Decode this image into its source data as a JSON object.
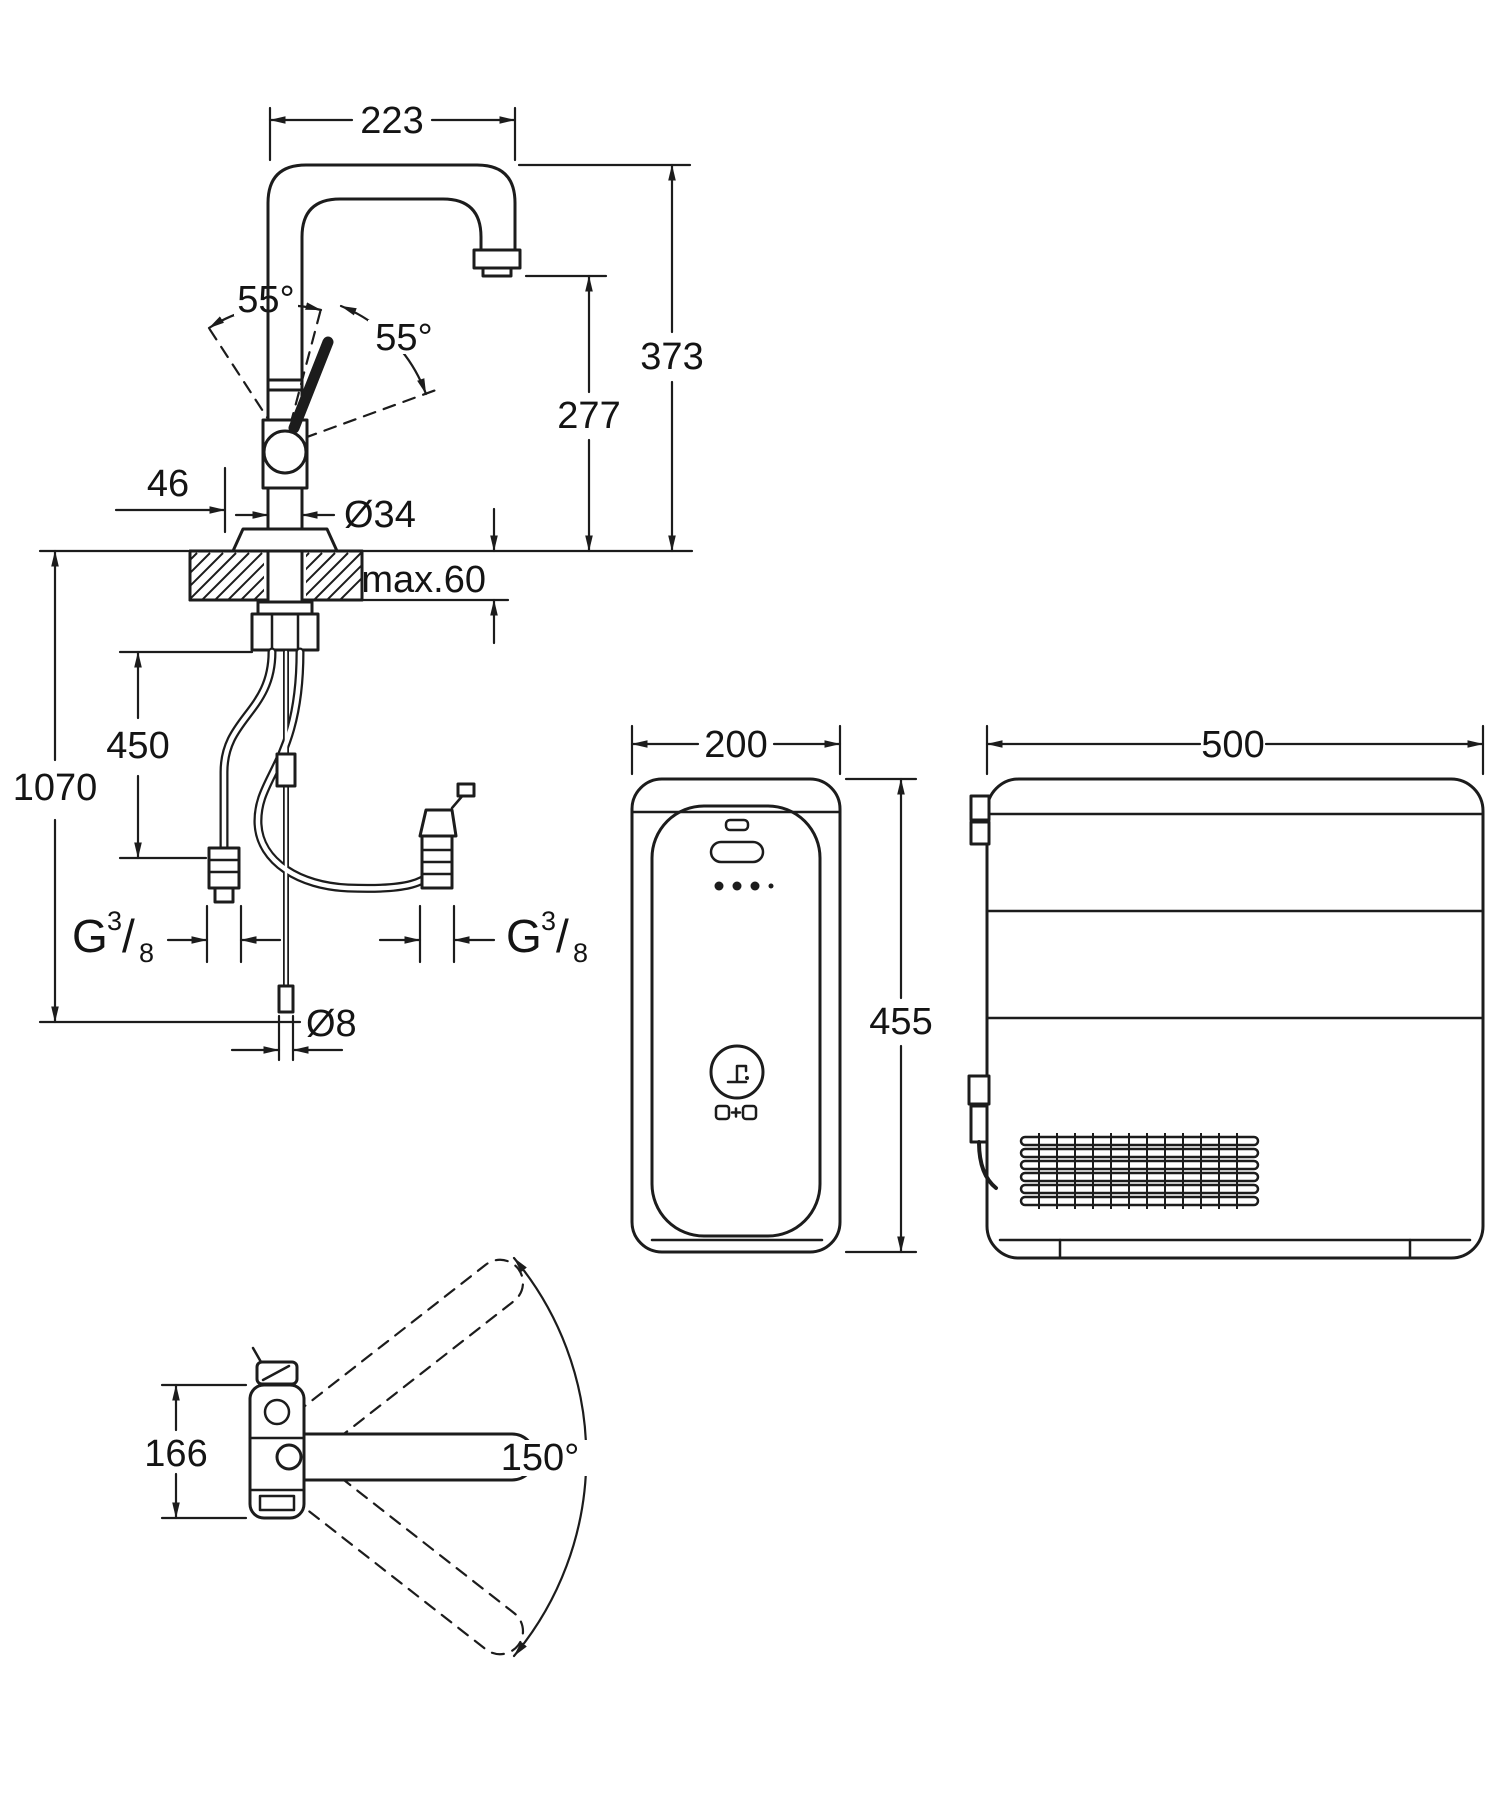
{
  "page": {
    "background": "#ffffff",
    "ink": "#1c1c1c"
  },
  "views": {
    "faucet_front": {
      "spout_width": "223",
      "handle_angle_a": "55°",
      "handle_angle_b": "55°",
      "height_total": "373",
      "height_outlet": "277",
      "handle_clearance": "46",
      "shank_diameter": "Ø34",
      "deck_thickness_max": "max.60",
      "hose_length_connect": "450",
      "hose_length_total": "1070",
      "hose_diameter": "Ø8",
      "thread_left": {
        "g": "G",
        "numerator": "3",
        "slash": "/",
        "denominator": "8"
      },
      "thread_right": {
        "g": "G",
        "numerator": "3",
        "slash": "/",
        "denominator": "8"
      }
    },
    "cooler_front": {
      "width": "200",
      "height": "455"
    },
    "cooler_side": {
      "width": "500"
    },
    "faucet_top": {
      "body_depth": "166",
      "swivel_range": "150°"
    }
  }
}
